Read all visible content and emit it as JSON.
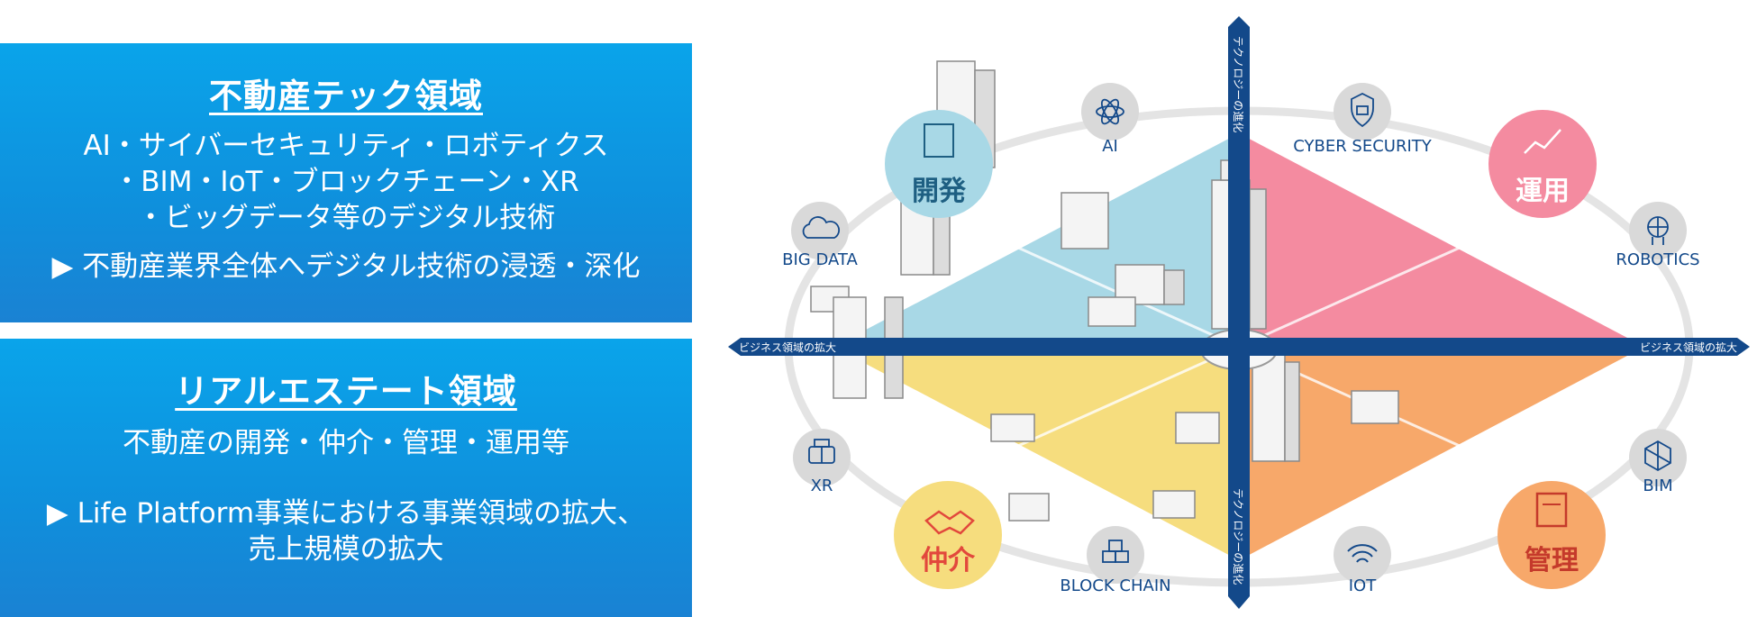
{
  "tech_panel": {
    "title": "不動産テック領域",
    "lines": [
      "AI・サイバーセキュリティ・ロボティクス",
      "・BIM・IoT・ブロックチェーン・XR",
      "・ビッグデータ等のデジタル技術"
    ],
    "bullet": "▶ 不動産業界全体へデジタル技術の浸透・深化"
  },
  "realestate_panel": {
    "title": "リアルエステート領域",
    "line": "不動産の開発・仲介・管理・運用等",
    "bullet_lines": [
      "▶ Life Platform事業における事業領域の拡大、",
      "売上規模の拡大"
    ]
  },
  "diagram": {
    "axis_vertical_label": "テクノロジーの進化",
    "axis_horizontal_label": "ビジネス領域の拡大",
    "quadrants": [
      {
        "label": "開発",
        "color": "#a8d8e6"
      },
      {
        "label": "運用",
        "color": "#f48ba0"
      },
      {
        "label": "仲介",
        "color": "#f6dd7e"
      },
      {
        "label": "管理",
        "color": "#f7a86a"
      }
    ],
    "tech_nodes": [
      {
        "label": "AI",
        "icon": "atom-icon"
      },
      {
        "label": "CYBER SECURITY",
        "icon": "lock-icon"
      },
      {
        "label": "BIG DATA",
        "icon": "cloud-icon"
      },
      {
        "label": "ROBOTICS",
        "icon": "robot-icon"
      },
      {
        "label": "XR",
        "icon": "vr-headset-icon"
      },
      {
        "label": "BIM",
        "icon": "bim-icon"
      },
      {
        "label": "BLOCK CHAIN",
        "icon": "blocks-icon"
      },
      {
        "label": "IOT",
        "icon": "wifi-icon"
      }
    ],
    "colors": {
      "axis": "#13498a",
      "panel": "#0f94de",
      "orbit": "#e4e4e4",
      "node": "#d9d9d9"
    }
  }
}
